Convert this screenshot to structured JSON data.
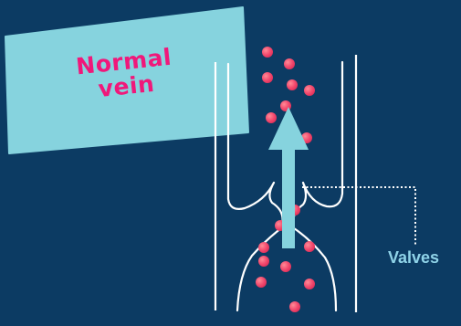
{
  "title": {
    "line1": "Normal",
    "line2": "vein"
  },
  "labels": {
    "valves": "Valves"
  },
  "colors": {
    "background": "#0c3b63",
    "card": "#86d3de",
    "title_text": "#f0187a",
    "vein_wall": "#ffffff",
    "arrow": "#86d3de",
    "blood_cell": "#f24a6e",
    "callout": "#ffffff",
    "valves_text": "#8fd3e8"
  },
  "icons": {
    "arrow": "up-arrow-icon"
  }
}
